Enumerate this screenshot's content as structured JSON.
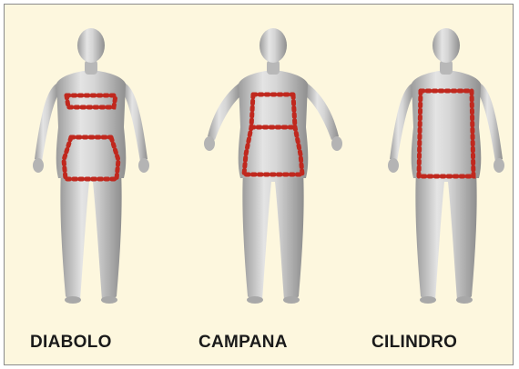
{
  "body_shapes": [
    {
      "label": "DIABOLO"
    },
    {
      "label": "CAMPANA"
    },
    {
      "label": "CILINDRO"
    }
  ],
  "colors": {
    "background": "#fdf7de",
    "figure": "#c9c9c9",
    "outline_dots": "#c0281e",
    "label_text": "#1a1a1a"
  }
}
